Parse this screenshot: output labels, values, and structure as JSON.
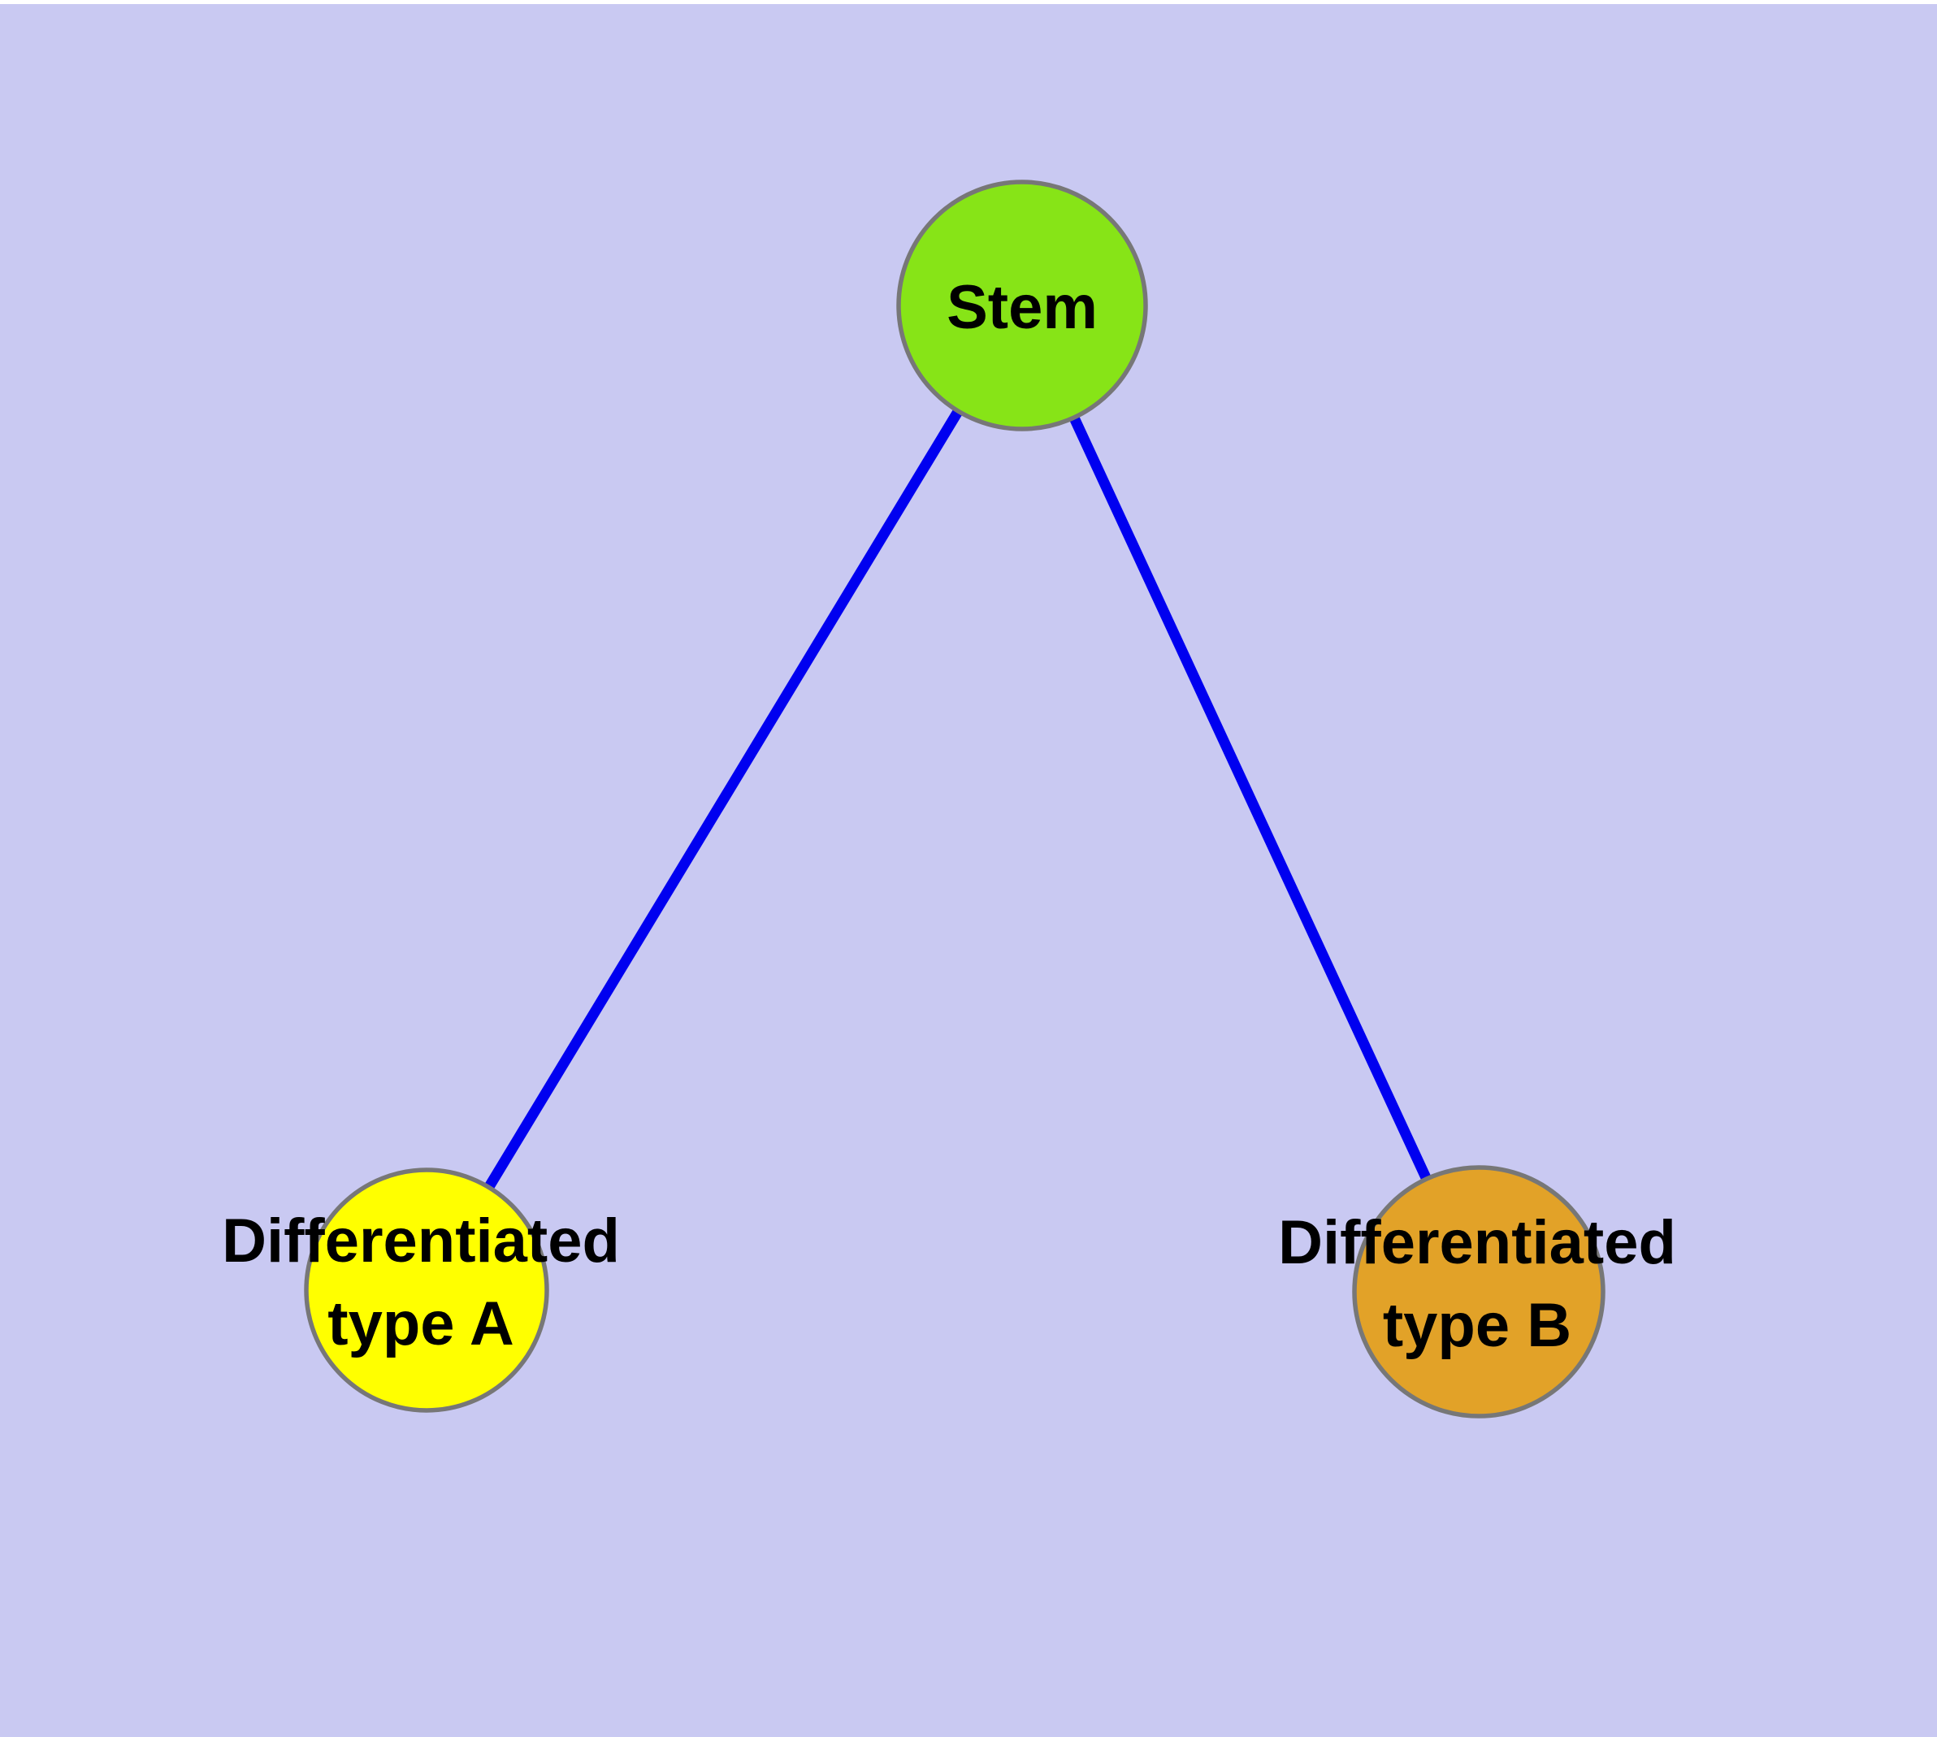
{
  "colors": {
    "background": "#c9c9f2",
    "top_strip": "#ffffff",
    "edge": "#0000f0",
    "node_border": "#777777"
  },
  "diagram": {
    "nodes": [
      {
        "id": "stem",
        "label": "Stem",
        "fill": "#87e417"
      },
      {
        "id": "differentiated-type-a",
        "label_line1": "Differentiated",
        "label_line2": "type A",
        "fill": "#ffff00"
      },
      {
        "id": "differentiated-type-b",
        "label_line1": "Differentiated",
        "label_line2": "type B",
        "fill": "#e2a228"
      }
    ],
    "edges": [
      {
        "from": "stem",
        "to": "differentiated-type-a"
      },
      {
        "from": "stem",
        "to": "differentiated-type-b"
      }
    ]
  }
}
